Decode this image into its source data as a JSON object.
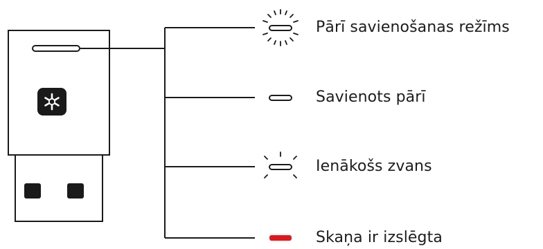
{
  "colors": {
    "stroke": "#1a1a1a",
    "fill": "#ffffff",
    "muted_indicator": "#e4161b"
  },
  "device": {
    "name": "usb-receiver",
    "logo_icon": "snowflake-asterisk-icon"
  },
  "states": [
    {
      "label": "Pārī savienošanas režīms",
      "indicator": "fast-blink"
    },
    {
      "label": "Savienots pārī",
      "indicator": "solid"
    },
    {
      "label": "Ienākošs zvans",
      "indicator": "slow-blink"
    },
    {
      "label": "Skaņa ir izslēgta",
      "indicator": "solid-red"
    }
  ]
}
